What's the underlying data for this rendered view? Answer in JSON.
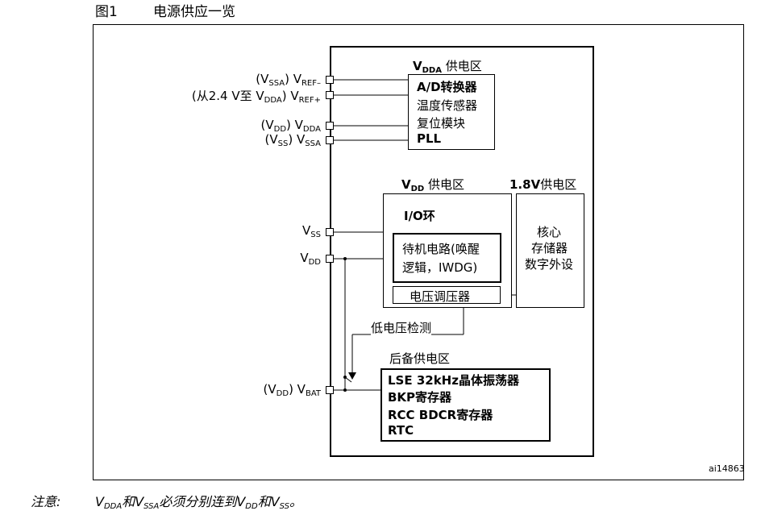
{
  "figure": {
    "label": "图1",
    "title": "电源供应一览",
    "id": "ai14863"
  },
  "vdda_domain": {
    "title_main": "V",
    "title_sub": "DDA",
    "title_rest": " 供电区",
    "items": [
      "A/D转换器",
      "温度传感器",
      "复位模块",
      "PLL"
    ]
  },
  "vdd_domain": {
    "title_main": "V",
    "title_sub": "DD",
    "title_rest": " 供电区",
    "io": "I/O环",
    "standby_line1": "待机电路(唤醒",
    "standby_line2": "逻辑，IWDG)",
    "regulator": "电压调压器"
  },
  "v18_domain": {
    "title_bold": "1.8V",
    "title_rest": "供电区",
    "items": [
      "核心",
      "存储器",
      "数字外设"
    ]
  },
  "low_voltage": "低电压检测",
  "backup_domain": {
    "title": "后备供电区",
    "items": [
      "LSE 32kHz晶体振荡器",
      "BKP寄存器",
      "RCC BDCR寄存器",
      "RTC"
    ]
  },
  "pins": {
    "vref_minus": {
      "paren": "(V",
      "paren_sub": "SSA",
      "paren_close": ") V",
      "sub": "REF–"
    },
    "vref_plus": {
      "paren": "(从2.4 V至 V",
      "paren_sub": "DDA",
      "paren_close": ") V",
      "sub": "REF+"
    },
    "vdda": {
      "paren": "(V",
      "paren_sub": "DD",
      "paren_close": ") V",
      "sub": "DDA"
    },
    "vssa": {
      "paren": "(V",
      "paren_sub": "SS",
      "paren_close": ") V",
      "sub": "SSA"
    },
    "vss": {
      "main": "V",
      "sub": "SS"
    },
    "vdd": {
      "main": "V",
      "sub": "DD"
    },
    "vbat": {
      "paren": "(V",
      "paren_sub": "DD",
      "paren_close": ") V",
      "sub": "BAT"
    }
  },
  "note": {
    "label": "注意:",
    "p1": "V",
    "s1": "DDA",
    "p2": "和V",
    "s2": "SSA",
    "p3": "必须分别连到V",
    "s3": "DD",
    "p4": "和V",
    "s4": "SS",
    "p5": "。"
  }
}
